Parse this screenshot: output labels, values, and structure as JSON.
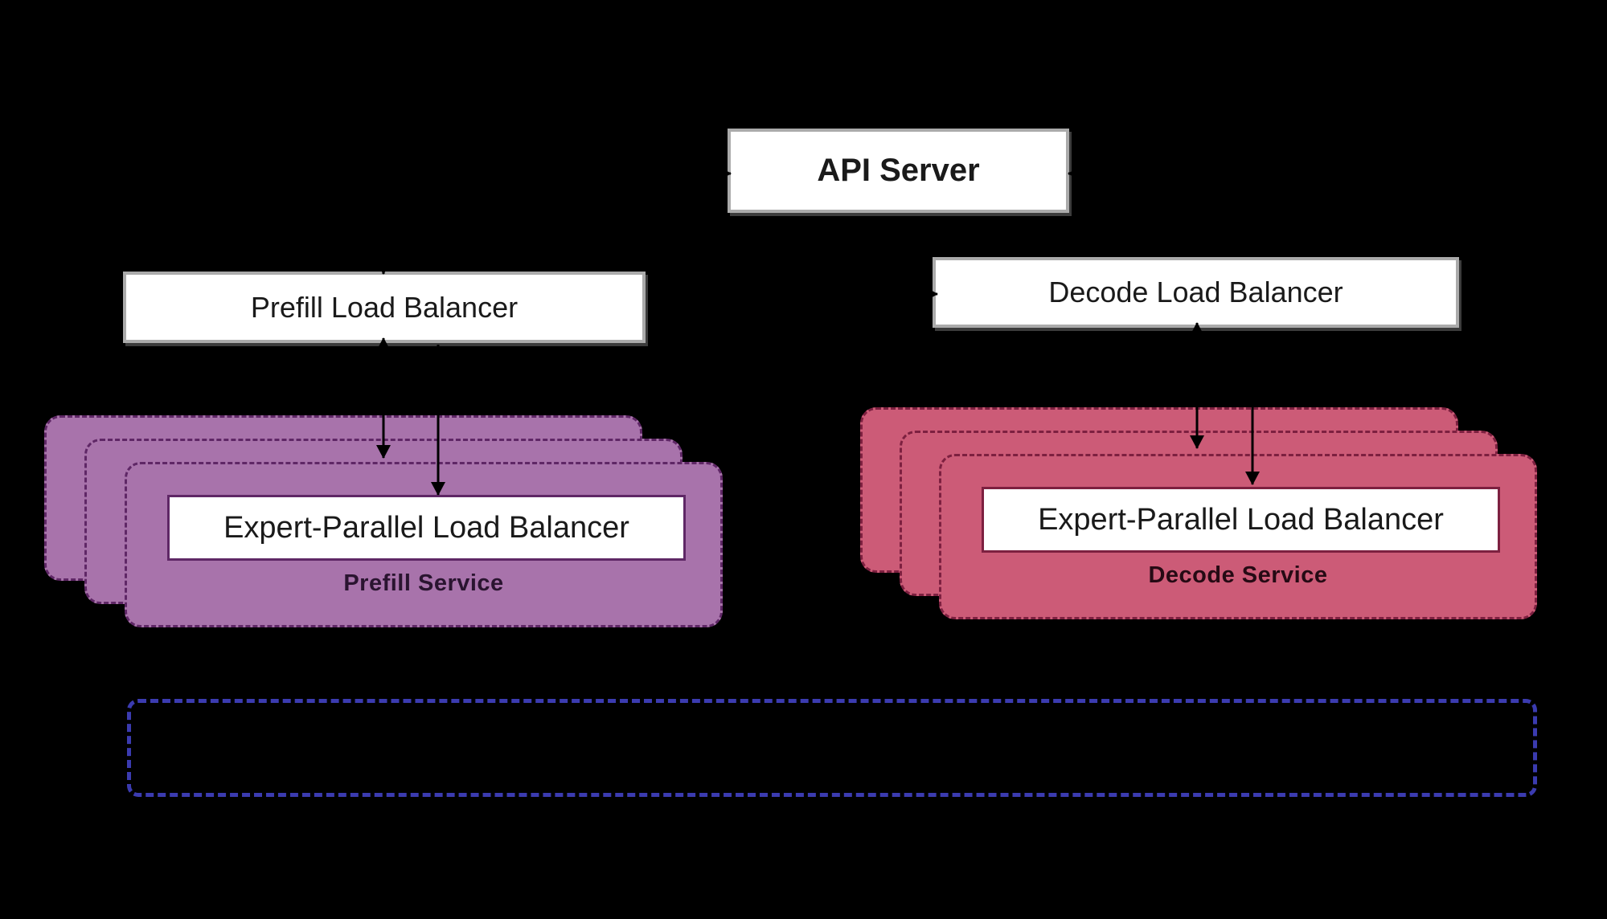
{
  "diagram": {
    "api_server": {
      "label": "API Server"
    },
    "prefill_load_balancer": {
      "label": "Prefill Load Balancer"
    },
    "decode_load_balancer": {
      "label": "Decode Load Balancer"
    },
    "prefill_service": {
      "expert_lb_label": "Expert-Parallel Load Balancer",
      "label": "Prefill Service",
      "replicas": 3
    },
    "decode_service": {
      "expert_lb_label": "Expert-Parallel Load Balancer",
      "label": "Decode Service",
      "replicas": 3
    }
  },
  "colors": {
    "background": "#000000",
    "node_fill": "#ffffff",
    "node_border": "#ababab",
    "text": "#1a1a1a",
    "prefill_fill": "#a873ab",
    "prefill_border": "#5f2766",
    "prefill_text": "#2a1430",
    "decode_fill": "#cc5b77",
    "decode_border": "#7d2040",
    "decode_text": "#260a14",
    "cluster_border": "#3b3bb0",
    "connector": "#000000"
  }
}
